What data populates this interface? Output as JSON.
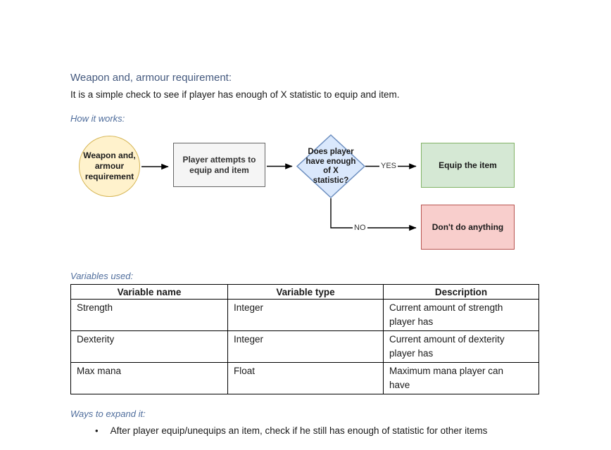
{
  "document": {
    "title": "Weapon and, armour requirement:",
    "intro": "It is a simple check to see if player has enough of X statistic to equip and item.",
    "section_how": "How it works:",
    "section_variables": "Variables used:",
    "section_ways": "Ways to expand it:",
    "bullet_glyph": "•",
    "bullet_text": "After player equip/unequips an item, check if he still has enough of statistic for other items"
  },
  "flowchart": {
    "nodes": {
      "start": {
        "shape": "circle",
        "label": "Weapon and,\narmour\nrequirement",
        "fill": "#FFF2CC",
        "stroke": "#D6B656"
      },
      "process": {
        "shape": "rectangle",
        "label": "Player attempts to\nequip and item",
        "fill": "#F5F5F5",
        "stroke": "#666666"
      },
      "decision": {
        "shape": "diamond",
        "label": "Does player\nhave enough\nof X\nstatistic?",
        "fill": "#DAE8FC",
        "stroke": "#6C8EBF"
      },
      "equip": {
        "shape": "rectangle",
        "label": "Equip the item",
        "fill": "#D5E8D4",
        "stroke": "#82B366"
      },
      "nothing": {
        "shape": "rectangle",
        "label": "Don't do anything",
        "fill": "#F8CECC",
        "stroke": "#B85450"
      }
    },
    "edges": {
      "yes_label": "YES",
      "no_label": "NO",
      "arrow_color": "#000000"
    }
  },
  "variables_table": {
    "headers": [
      "Variable name",
      "Variable type",
      "Description"
    ],
    "rows": [
      [
        "Strength",
        "Integer",
        "Current amount of strength player has"
      ],
      [
        "Dexterity",
        "Integer",
        "Current amount of dexterity player has"
      ],
      [
        "Max mana",
        "Float",
        "Maximum mana player can have"
      ]
    ]
  },
  "colors": {
    "heading": "#44597E",
    "subheading": "#4F6D9C",
    "body_text": "#1A1A1A",
    "table_border": "#000000",
    "page_background": "#FFFFFF"
  }
}
